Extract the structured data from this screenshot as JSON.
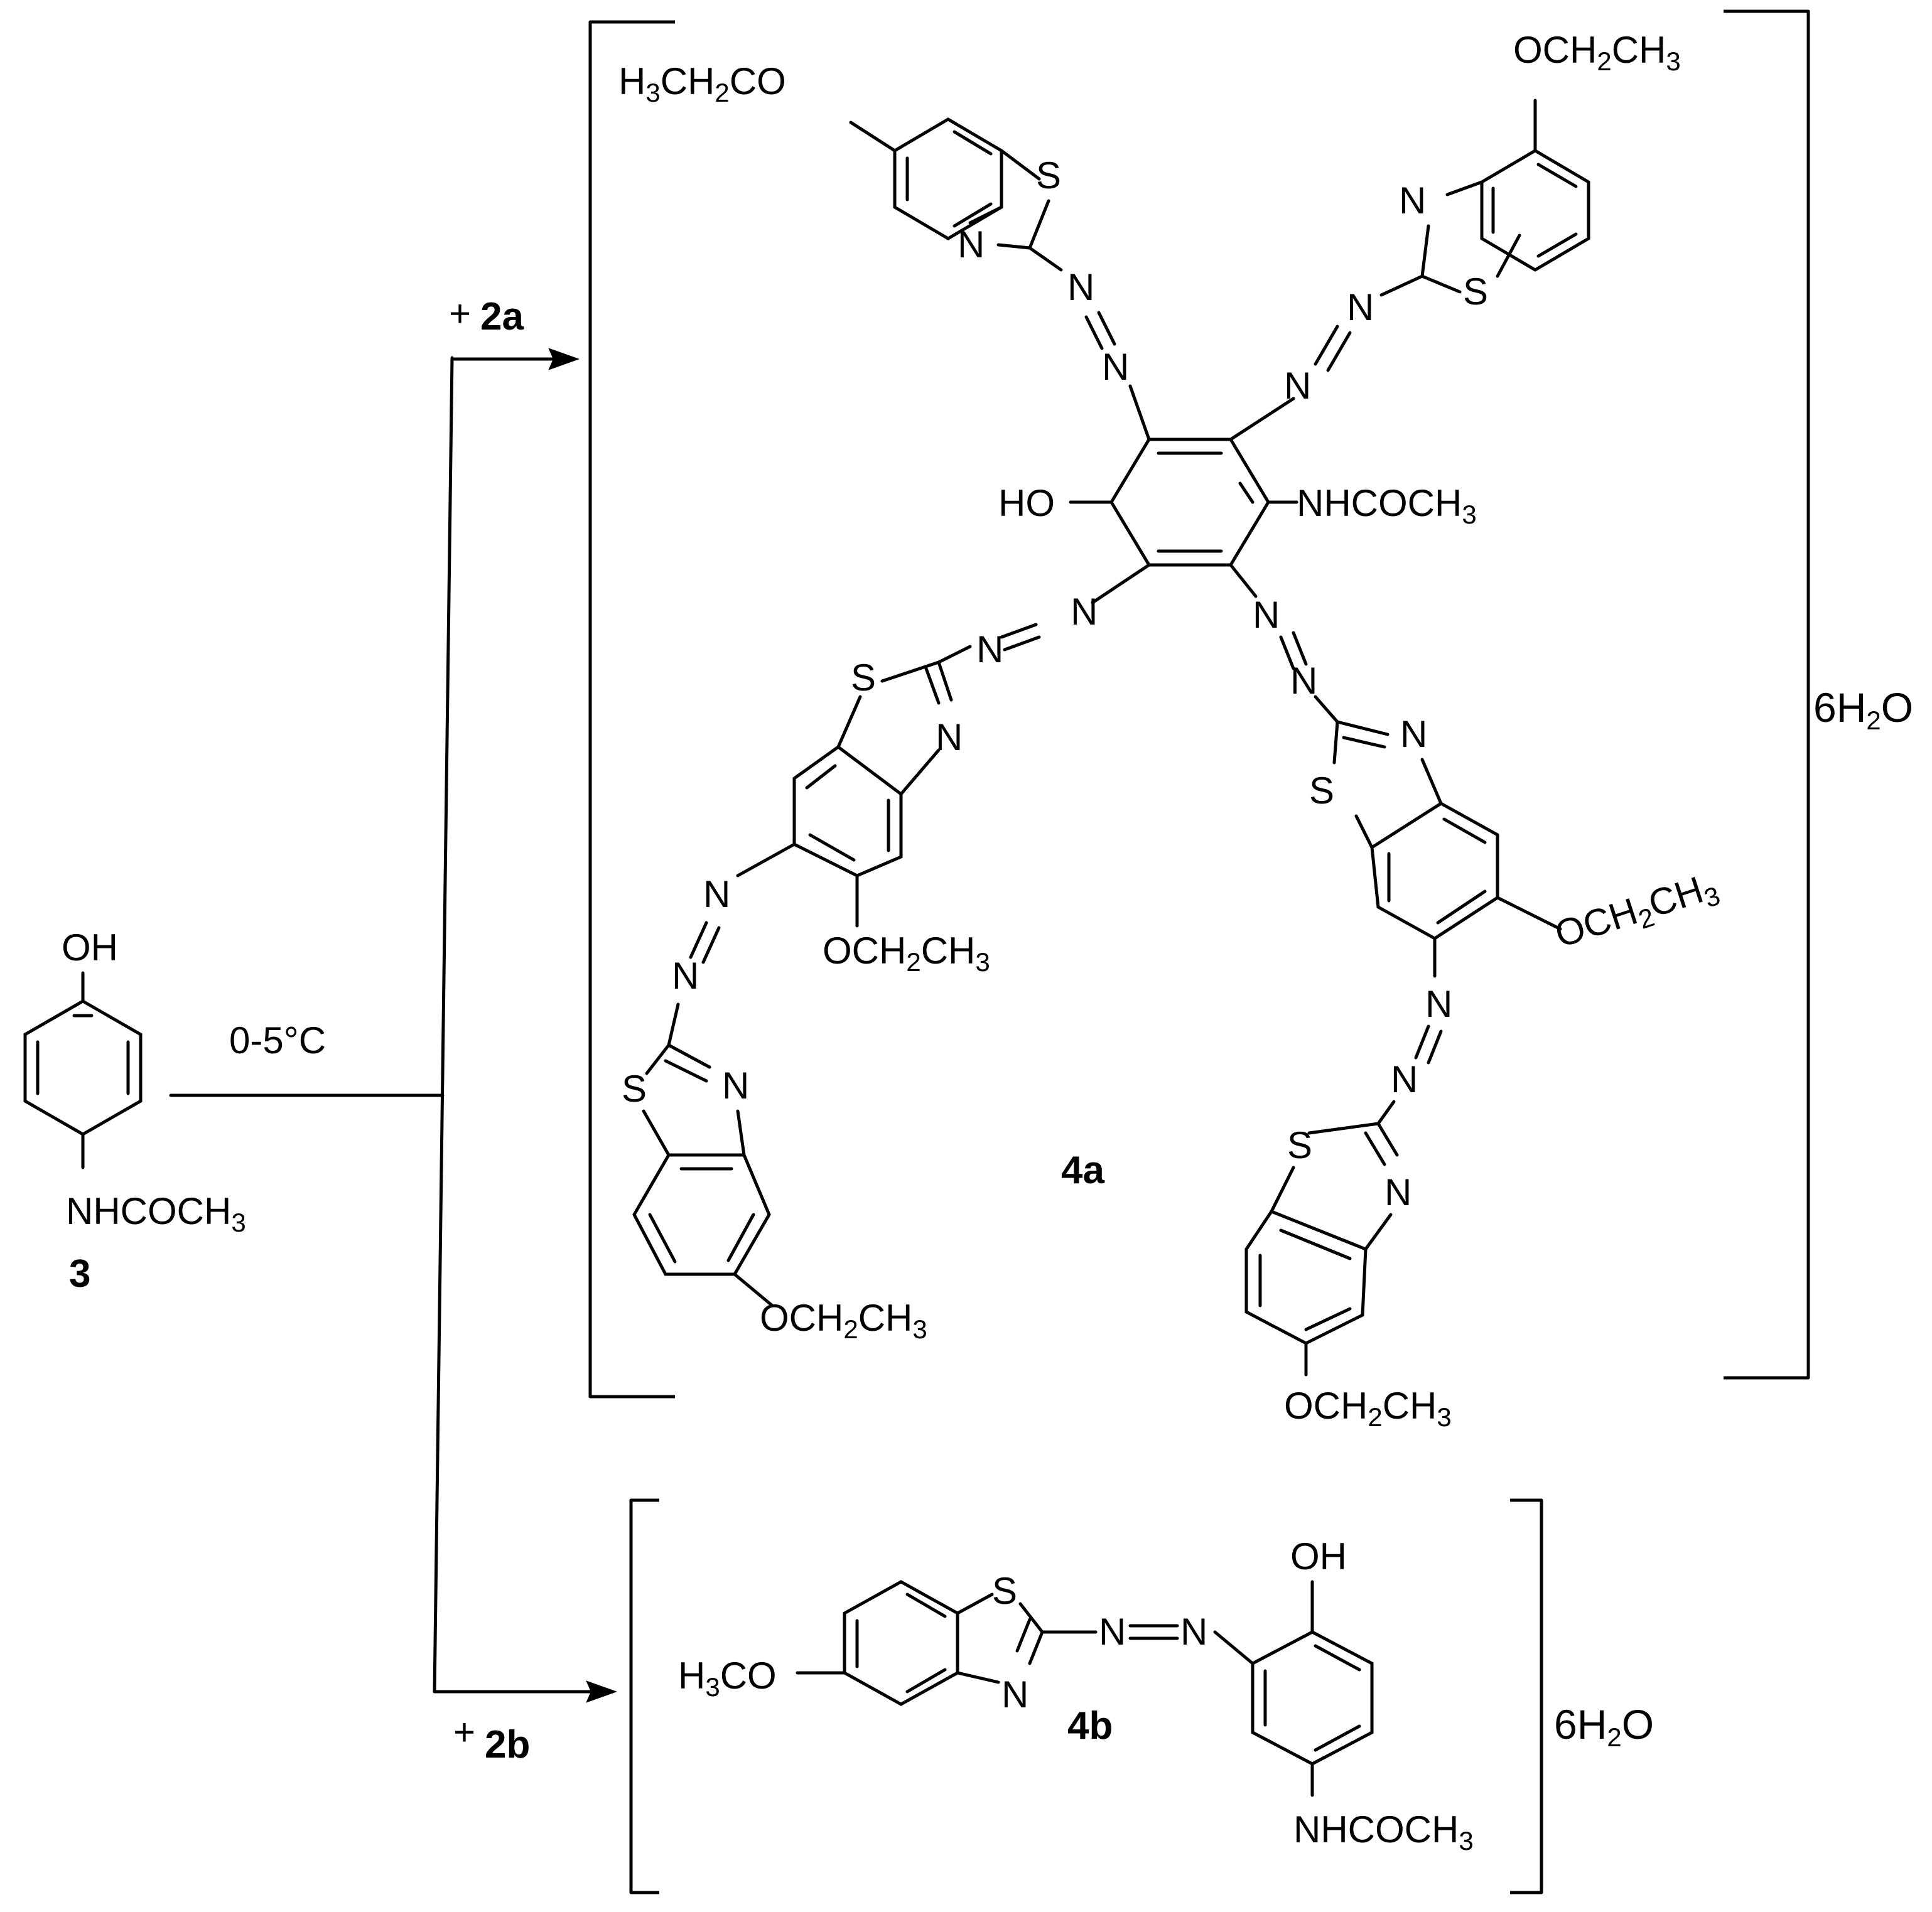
{
  "reactant": {
    "oh": "OH",
    "nhcoch3": "NHCOCH",
    "sub3": "3",
    "label": "3"
  },
  "condition": "0-5°C",
  "reagents": {
    "r2a_plus": "+",
    "r2a_label": "2a",
    "r2b_plus": "+",
    "r2b_label": "2b"
  },
  "product_4a": {
    "label": "4a",
    "hydrate": "6H",
    "hydrate_sub": "2",
    "hydrate_tail": "O",
    "ho": "HO",
    "nhcoch": "NHCOCH",
    "sub3": "3",
    "ethoxy_left_top_a": "H",
    "ethoxy_left_top_b": "CH",
    "ethoxy_left_top_c": "CO",
    "ethoxy_right_top": "OCH",
    "ch3_tail": "CH",
    "s": "S",
    "n": "N",
    "o": "O",
    "sub2": "2"
  },
  "product_4b": {
    "label": "4b",
    "hydrate": "6H",
    "hydrate_sub": "2",
    "hydrate_tail": "O",
    "oh": "OH",
    "nhcoch": "NHCOCH",
    "sub3": "3",
    "h3co_a": "H",
    "h3co_b": "CO",
    "s": "S",
    "n": "N"
  }
}
